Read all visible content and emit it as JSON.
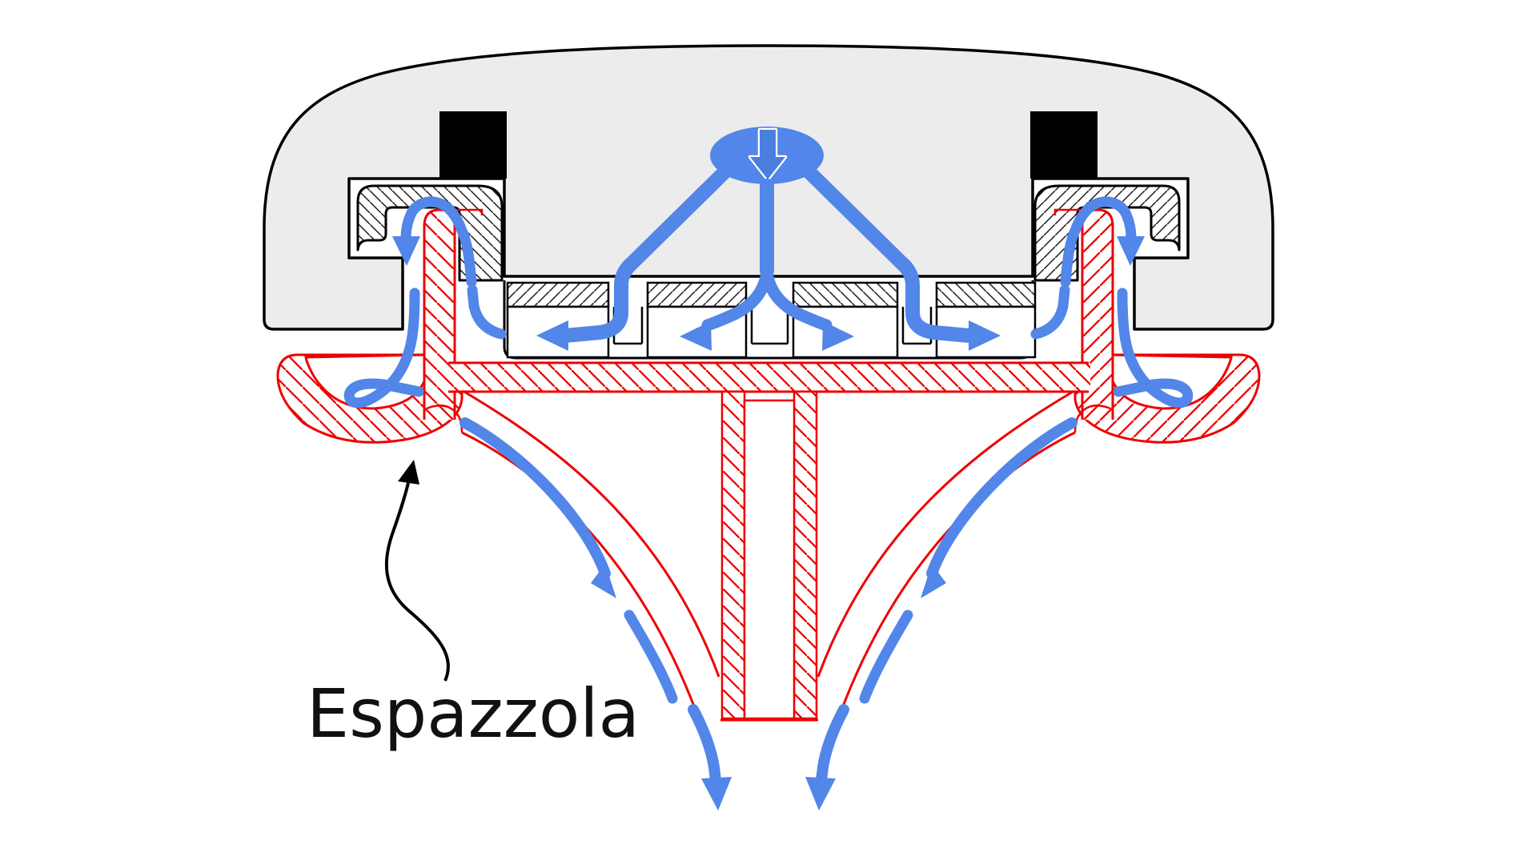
{
  "diagram": {
    "label_text": "Espazzola",
    "colors": {
      "background": "#ffffff",
      "body_gray": "#ececec",
      "outline_black": "#000000",
      "tool_red": "#ee0000",
      "water_blue": "#5286e8"
    },
    "icons": {
      "inflow": "down-arrow-icon"
    },
    "flow_arrow_counts": {
      "grate_outlet_arrows": 4,
      "clamp_loop_arrows": 2,
      "funnel_arrows": 2,
      "bottom_outlet_arrows": 2
    }
  }
}
